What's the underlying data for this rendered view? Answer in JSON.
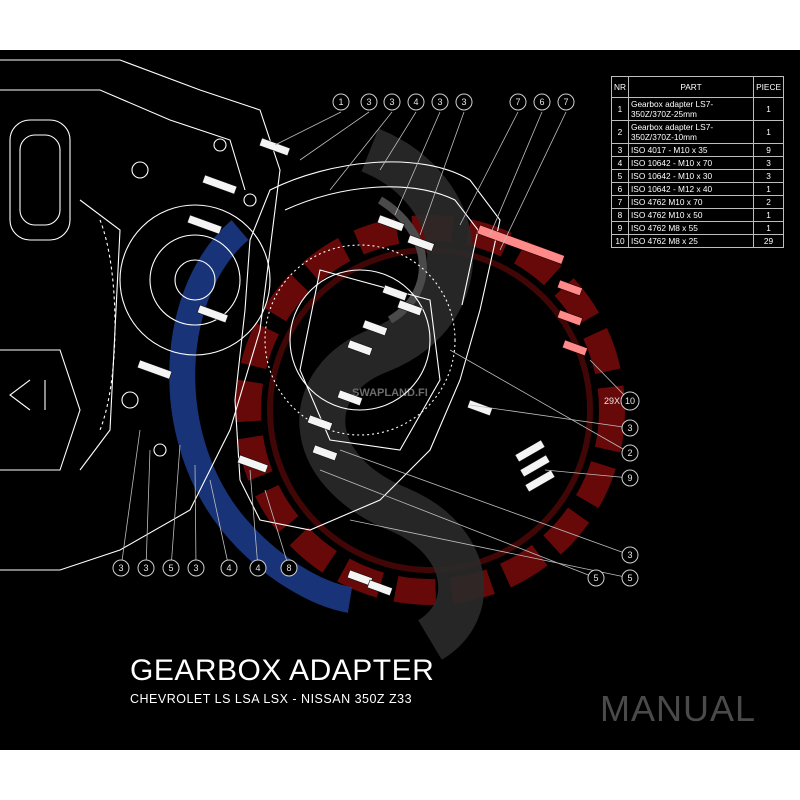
{
  "table": {
    "headers": {
      "nr": "NR",
      "part": "PART",
      "piece": "PIECE"
    },
    "rows": [
      {
        "nr": "1",
        "part": "Gearbox adapter LS7-350Z/370Z-25mm",
        "piece": "1"
      },
      {
        "nr": "2",
        "part": "Gearbox adapter LS7-350Z/370Z-10mm",
        "piece": "1"
      },
      {
        "nr": "3",
        "part": "ISO 4017 - M10 x 35",
        "piece": "9"
      },
      {
        "nr": "4",
        "part": "ISO 10642 - M10 x 70",
        "piece": "3"
      },
      {
        "nr": "5",
        "part": "ISO 10642 - M10 x 30",
        "piece": "3"
      },
      {
        "nr": "6",
        "part": "ISO 10642 - M12 x 40",
        "piece": "1"
      },
      {
        "nr": "7",
        "part": "ISO 4762 M10 x 70",
        "piece": "2"
      },
      {
        "nr": "8",
        "part": "ISO 4762 M10 x 50",
        "piece": "1"
      },
      {
        "nr": "9",
        "part": "ISO 4762 M8 x 55",
        "piece": "1"
      },
      {
        "nr": "10",
        "part": "ISO 4762 M8 x 25",
        "piece": "29"
      }
    ]
  },
  "callouts": {
    "top": [
      "1",
      "3",
      "3",
      "4",
      "3",
      "3",
      "7",
      "6",
      "7"
    ],
    "right": [
      "10",
      "3",
      "2",
      "9",
      "3",
      "5",
      "5"
    ],
    "bottom": [
      "3",
      "3",
      "5",
      "3",
      "4",
      "4",
      "8"
    ],
    "qty_prefix": "29X"
  },
  "watermark": {
    "text": "SWAPLAND.FI"
  },
  "title": "GEARBOX ADAPTER",
  "subtitle": "CHEVROLET LS LSA LSX - NISSAN 350Z Z33",
  "footer_label": "MANUAL",
  "colors": {
    "background": "#000000",
    "line_art": "#ffffff",
    "logo_red": "#a01010",
    "logo_blue": "#1a3a8a",
    "manual_text": "#4a4a4a"
  }
}
